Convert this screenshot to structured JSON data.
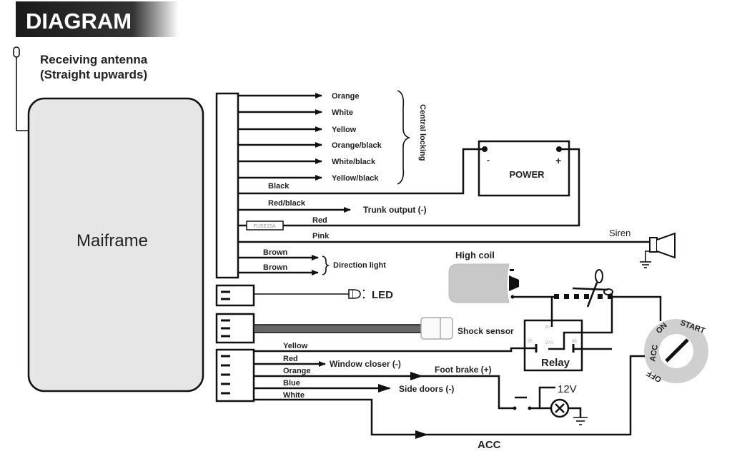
{
  "header": {
    "title": "DIAGRAM",
    "banner_color": "#1a1a1a"
  },
  "antenna": {
    "label_line1": "Receiving antenna",
    "label_line2": "(Straight upwards)"
  },
  "mainframe": {
    "label": "Maiframe",
    "fill": "#e6e6e6"
  },
  "central_locking": {
    "group_label": "Central locking",
    "wires": [
      "Orange",
      "White",
      "Yellow",
      "Orange/black",
      "White/black",
      "Yellow/black"
    ]
  },
  "power": {
    "label": "POWER",
    "minus": "-",
    "plus": "+"
  },
  "wires_main": {
    "black": "Black",
    "red_black": "Red/black",
    "trunk_output": "Trunk output (-)",
    "fuse": "FUSE15A",
    "red": "Red",
    "pink": "Pink",
    "siren": "Siren",
    "brown1": "Brown",
    "brown2": "Brown",
    "direction_light": "Direction light"
  },
  "high_coil": {
    "label": "High coil",
    "fill": "#c8c8c8"
  },
  "led": {
    "label": "LED"
  },
  "shock_sensor": {
    "label": "Shock sensor"
  },
  "relay": {
    "label": "Relay",
    "pins": [
      "30",
      "85",
      "87A",
      "86"
    ]
  },
  "ignition": {
    "positions": [
      "OFF",
      "ACC",
      "ON",
      "START"
    ],
    "fill": "#cfcfcf"
  },
  "bottom_wires": {
    "yellow": "Yellow",
    "red": "Red",
    "window_closer": "Window closer (-)",
    "orange": "Orange",
    "foot_brake": "Foot brake (+)",
    "blue": "Blue",
    "side_doors": "Side doors (-)",
    "white": "White",
    "acc": "ACC",
    "voltage": "12V"
  }
}
